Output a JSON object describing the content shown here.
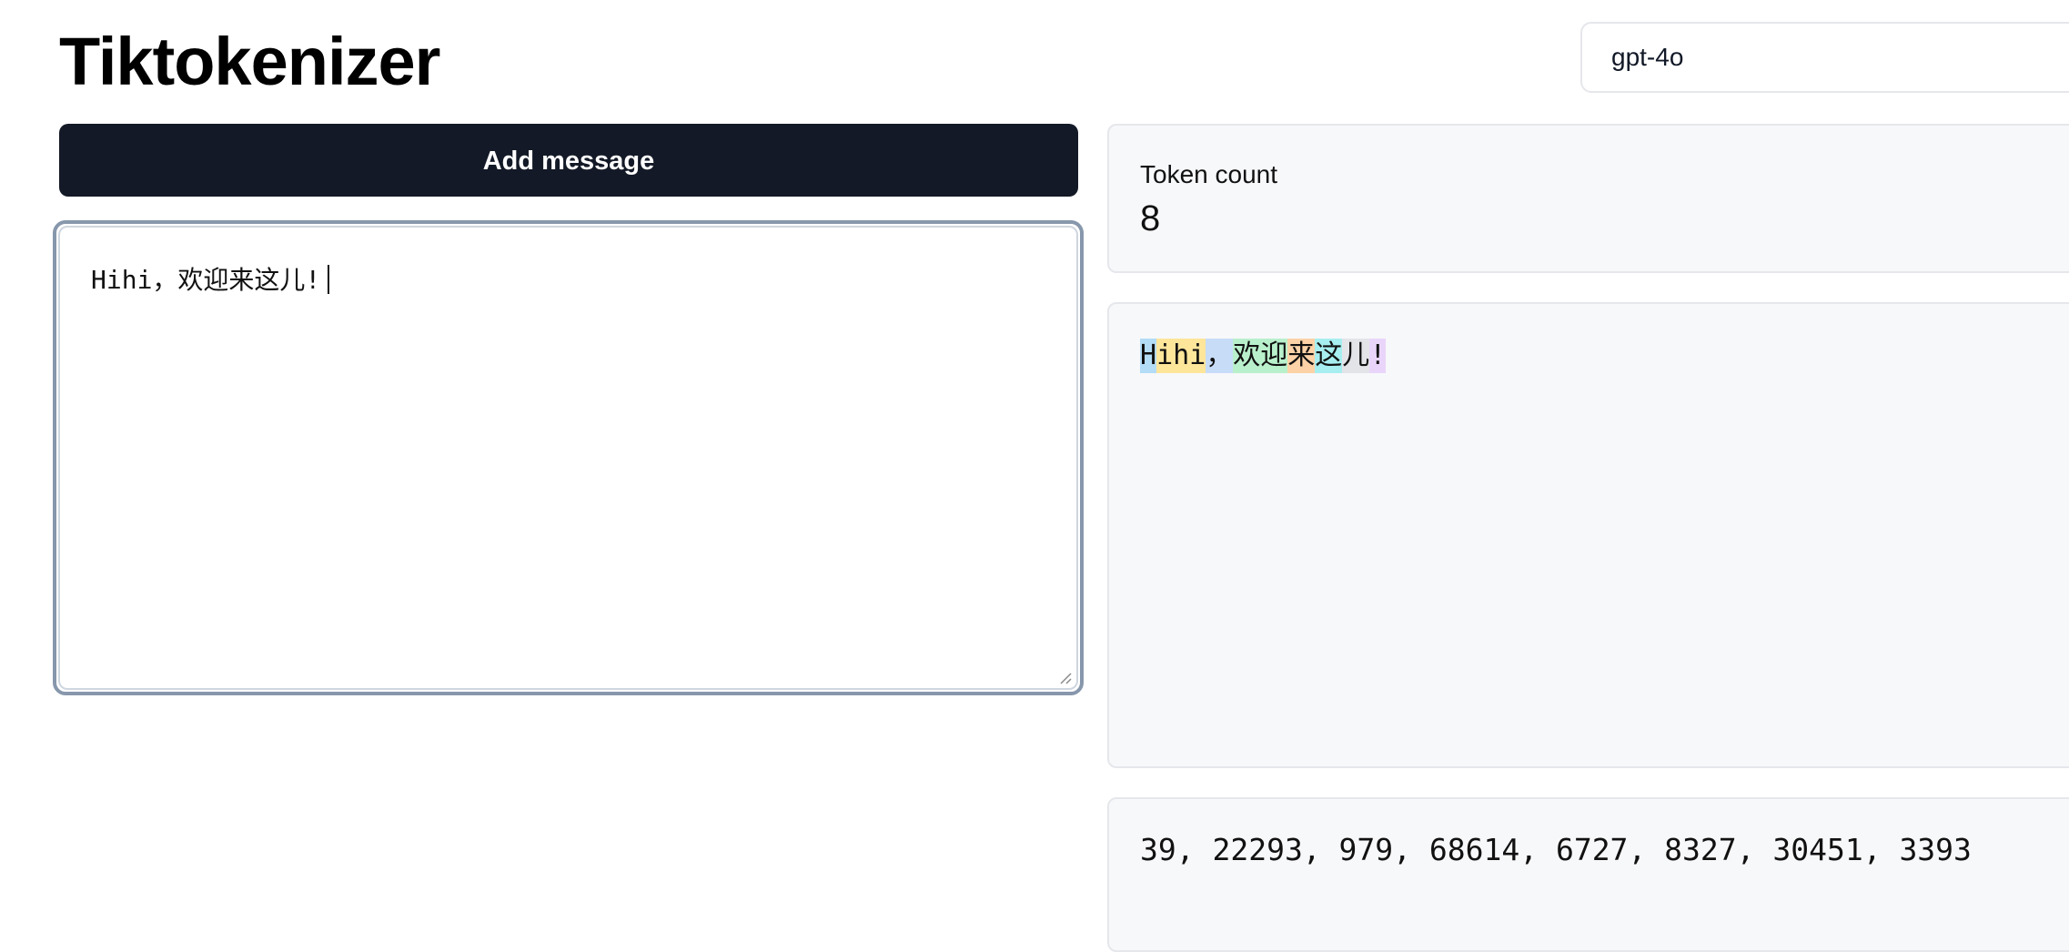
{
  "app": {
    "title": "Tiktokenizer"
  },
  "model_select": {
    "value": "gpt-4o"
  },
  "editor": {
    "add_button_label": "Add message",
    "text": "Hihi，欢迎来这儿!"
  },
  "token_count": {
    "label": "Token count",
    "value": "8"
  },
  "tokens": [
    {
      "text": "H",
      "color": "#b3dcf7"
    },
    {
      "text": "ihi",
      "color": "#fde59a"
    },
    {
      "text": "，",
      "color": "#c7dcf7"
    },
    {
      "text": "欢迎",
      "color": "#b9f0cc"
    },
    {
      "text": "来",
      "color": "#fcd2a6"
    },
    {
      "text": "这",
      "color": "#a7eef0"
    },
    {
      "text": "儿",
      "color": "#e3e4e8"
    },
    {
      "text": "!",
      "color": "#ead5fa"
    }
  ],
  "token_ids_text": "39, 22293, 979, 68614, 6727, 8327, 30451, 3393"
}
